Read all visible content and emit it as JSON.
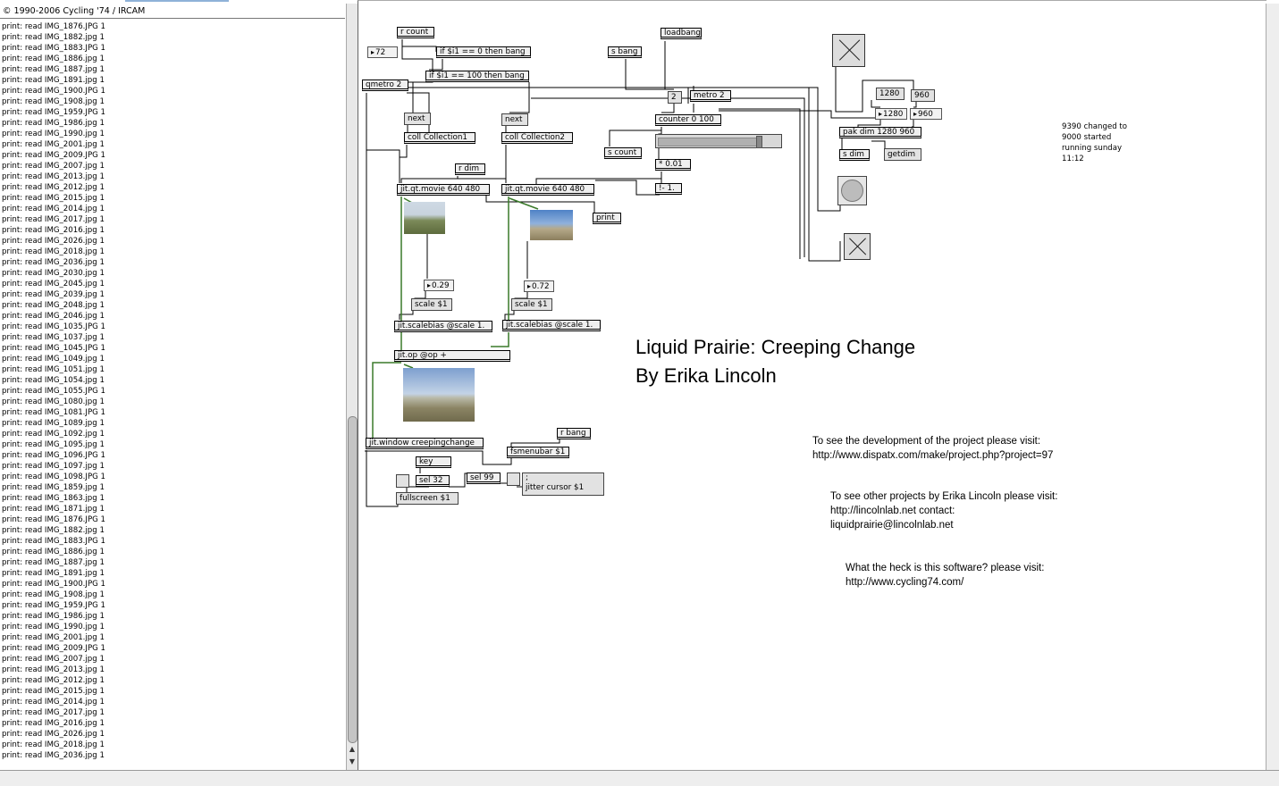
{
  "console": {
    "title": "© 1990-2006 Cycling '74 / IRCAM",
    "lines": [
      "print: read IMG_1876.JPG 1",
      "print: read IMG_1882.jpg 1",
      "print: read IMG_1883.JPG 1",
      "print: read IMG_1886.jpg 1",
      "print: read IMG_1887.jpg 1",
      "print: read IMG_1891.jpg 1",
      "print: read IMG_1900.JPG 1",
      "print: read IMG_1908.jpg 1",
      "print: read IMG_1959.JPG 1",
      "print: read IMG_1986.jpg 1",
      "print: read IMG_1990.jpg 1",
      "print: read IMG_2001.jpg 1",
      "print: read IMG_2009.JPG 1",
      "print: read IMG_2007.jpg 1",
      "print: read IMG_2013.jpg 1",
      "print: read IMG_2012.jpg 1",
      "print: read IMG_2015.jpg 1",
      "print: read IMG_2014.jpg 1",
      "print: read IMG_2017.jpg 1",
      "print: read IMG_2016.jpg 1",
      "print: read IMG_2026.jpg 1",
      "print: read IMG_2018.jpg 1",
      "print: read IMG_2036.jpg 1",
      "print: read IMG_2030.jpg 1",
      "print: read IMG_2045.jpg 1",
      "print: read IMG_2039.jpg 1",
      "print: read IMG_2048.jpg 1",
      "print: read IMG_2046.jpg 1",
      "print: read IMG_1035.JPG 1",
      "print: read IMG_1037.jpg 1",
      "print: read IMG_1045.JPG 1",
      "print: read IMG_1049.jpg 1",
      "print: read IMG_1051.jpg 1",
      "print: read IMG_1054.jpg 1",
      "print: read IMG_1055.JPG 1",
      "print: read IMG_1080.jpg 1",
      "print: read IMG_1081.JPG 1",
      "print: read IMG_1089.jpg 1",
      "print: read IMG_1092.jpg 1",
      "print: read IMG_1095.jpg 1",
      "print: read IMG_1096.JPG 1",
      "print: read IMG_1097.jpg 1",
      "print: read IMG_1098.JPG 1",
      "print: read IMG_1859.jpg 1",
      "print: read IMG_1863.jpg 1",
      "print: read IMG_1871.jpg 1",
      "print: read IMG_1876.JPG 1",
      "print: read IMG_1882.jpg 1",
      "print: read IMG_1883.JPG 1",
      "print: read IMG_1886.jpg 1",
      "print: read IMG_1887.jpg 1",
      "print: read IMG_1891.jpg 1",
      "print: read IMG_1900.JPG 1",
      "print: read IMG_1908.jpg 1",
      "print: read IMG_1959.JPG 1",
      "print: read IMG_1986.jpg 1",
      "print: read IMG_1990.jpg 1",
      "print: read IMG_2001.jpg 1",
      "print: read IMG_2009.JPG 1",
      "print: read IMG_2007.jpg 1",
      "print: read IMG_2013.jpg 1",
      "print: read IMG_2012.jpg 1",
      "print: read IMG_2015.jpg 1",
      "print: read IMG_2014.jpg 1",
      "print: read IMG_2017.jpg 1",
      "print: read IMG_2016.jpg 1",
      "print: read IMG_2026.jpg 1",
      "print: read IMG_2018.jpg 1",
      "print: read IMG_2036.jpg 1"
    ]
  },
  "patch": {
    "r_count": "r count",
    "num_72": "72",
    "if_zero": "if $i1 == 0 then bang",
    "if_hundred": "if $i1 == 100 then bang",
    "qmetro": "qmetro 2",
    "next1": "next",
    "next2": "next",
    "coll1": "coll Collection1",
    "coll2": "coll Collection2",
    "r_dim": "r dim",
    "movie1": "jit.qt.movie 640 480",
    "movie2": "jit.qt.movie 640 480",
    "print": "print",
    "num_029": "0.29",
    "num_072": "0.72",
    "scale1": "scale $1",
    "scale2": "scale $1",
    "scalebias1": "jit.scalebias @scale 1.",
    "scalebias2": "jit.scalebias @scale 1.",
    "jitop": "jit.op @op +",
    "window": "jit.window creepingchange",
    "r_bang": "r bang",
    "fsmenubar": "fsmenubar $1",
    "key": "key",
    "sel32": "sel 32",
    "sel99": "sel 99",
    "cursor_semicolon": ";",
    "cursor": "jitter cursor $1",
    "fullscreen": "fullscreen $1",
    "loadbang": "loadbang",
    "s_bang": "s bang",
    "msg_2": "2",
    "metro2": "metro 2",
    "counter": "counter 0 100",
    "s_count": "s count",
    "mult": "* 0.01",
    "rsub": "!- 1.",
    "msg_1280": "1280",
    "msg_960": "960",
    "num_1280": "1280",
    "num_960": "960",
    "pak": "pak dim 1280 960",
    "s_dim": "s dim",
    "getdim": "getdim",
    "slider_value": 0.82
  },
  "comments": {
    "note_1": "9390 changed to",
    "note_2": "9000 started",
    "note_3": "running sunday",
    "note_4": "11:12",
    "title_1": "Liquid Prairie: Creeping Change",
    "title_2": "By Erika Lincoln",
    "dev_1": "To see the development of the project please visit:",
    "dev_2": "http://www.dispatx.com/make/project.php?project=97",
    "other_1": "To see other projects by Erika Lincoln please visit:",
    "other_2": "http://lincolnlab.net contact:",
    "other_3": "liquidprairie@lincolnlab.net",
    "soft_1": "What the heck is this software? please visit:",
    "soft_2": "http://www.cycling74.com/"
  },
  "colors": {
    "wire": "#000000",
    "signal_wire": "#3a7a2a",
    "object_bg": "#efefef"
  }
}
